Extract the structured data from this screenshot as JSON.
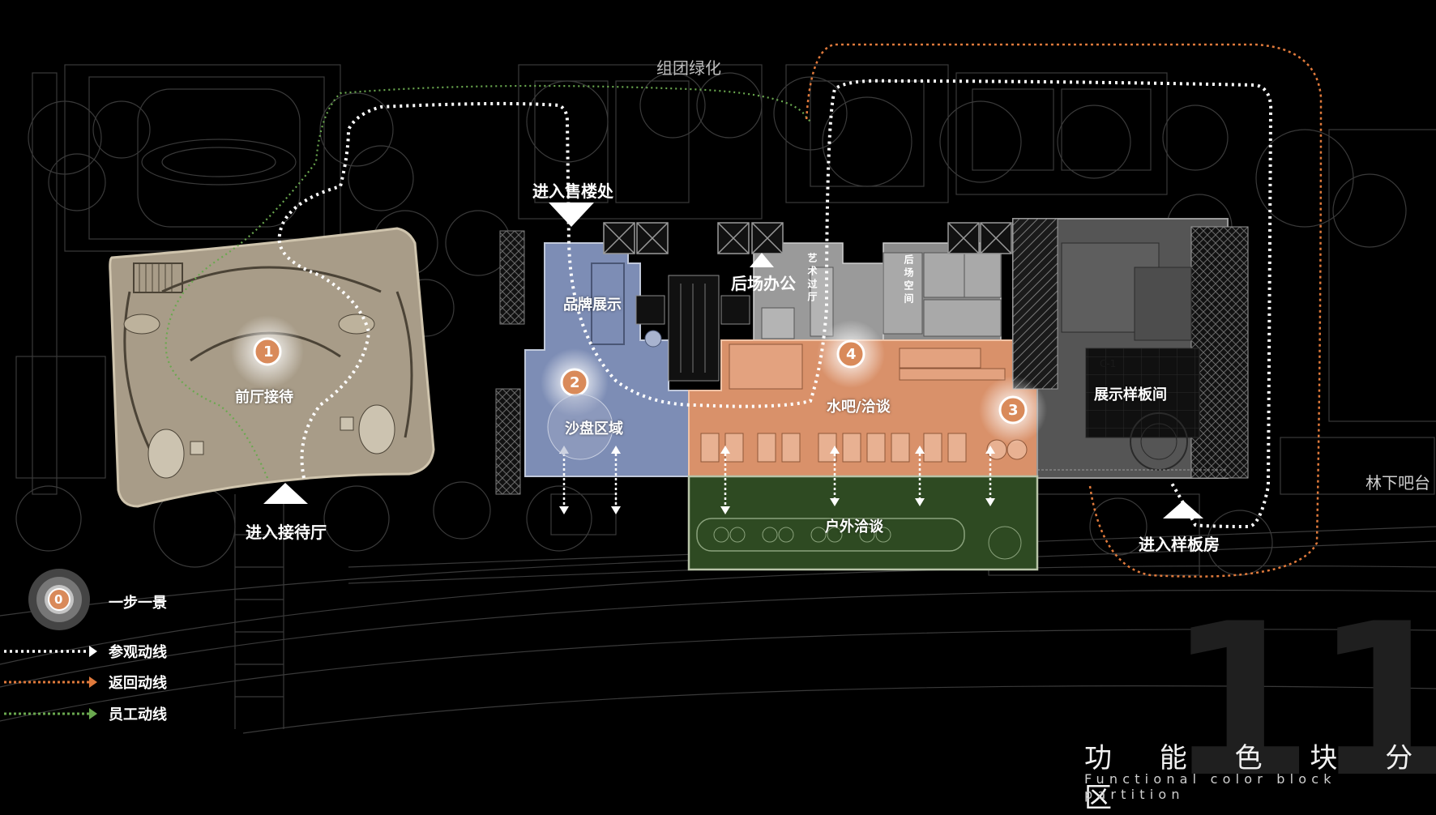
{
  "title": {
    "cn": "功 能 色 块 分 区",
    "en": "Functional color block partition"
  },
  "zones": {
    "lobby": "前厅接待",
    "brand": "品牌展示",
    "sand_table": "沙盘区域",
    "water_bar": "水吧/洽谈",
    "outdoor": "户外洽谈",
    "showroom": "展示样板间",
    "back_office": "后场办公",
    "art_corridor": "艺术过厅",
    "back_space": "后场空间"
  },
  "entries": {
    "sales": "进入售楼处",
    "reception": "进入接待厅",
    "model": "进入样板房"
  },
  "markers": [
    "1",
    "2",
    "3",
    "4"
  ],
  "legend": {
    "viewpoint_num": "0",
    "viewpoint": "一步一景",
    "visit_route": "参观动线",
    "return_route": "返回动线",
    "staff_route": "员工动线"
  },
  "map_text": {
    "forest_bar": "林下吧台",
    "garden": "组团绿化",
    "room_code": "C-1"
  },
  "colors": {
    "lobby": "#a89c88",
    "brand": "#7d8db5",
    "water_bar": "#d9916a",
    "outdoor": "#2e4a22",
    "showroom": "#555555",
    "back": "#9a9a9a",
    "visit_route": "#ffffff",
    "return_route": "#e07a3c",
    "staff_route": "#6aa84f"
  },
  "icons": [
    "viewpoint-circle-icon",
    "entry-triangle-icon",
    "arrow-right-icon",
    "elevator-icon"
  ]
}
